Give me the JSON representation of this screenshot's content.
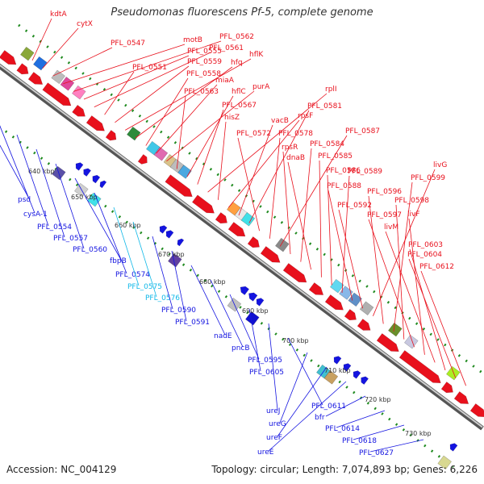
{
  "header": {
    "title": "Pseudomonas fluorescens Pf-5, complete genome"
  },
  "footer": {
    "accession": "Accession: NC_004129",
    "summary": "Topology: circular; Length: 7,074,893 bp; Genes: 6,226"
  },
  "colors": {
    "forward": "#e8101c",
    "reverse": "#1414e0",
    "reverse_light": "#10b8e8",
    "axis": "#888888",
    "dots": "#1f8a1f"
  },
  "scale_labels": [
    "640 kbp",
    "650 kbp",
    "660 kbp",
    "670 kbp",
    "680 kbp",
    "690 kbp",
    "700 kbp",
    "710 kbp",
    "720 kbp",
    "730 kbp"
  ],
  "forward_labels": [
    "kdtA",
    "cytX",
    "PFL_0547",
    "motB",
    "PFL_0562",
    "PFL_0555",
    "PFL_0561",
    "PFL_0551",
    "PFL_0559",
    "hflK",
    "hfq",
    "PFL_0558",
    "miaA",
    "purA",
    "PFL_0563",
    "hflC",
    "PFL_0567",
    "rplI",
    "hisZ",
    "rpsF",
    "vacB",
    "PFL_0581",
    "PFL_0572",
    "PFL_0578",
    "PFL_0587",
    "rpsR",
    "PFL_0584",
    "dnaB",
    "PFL_0585",
    "PFL_0586",
    "PFL_0589",
    "PFL_0588",
    "PFL_0592",
    "livG",
    "PFL_0596",
    "PFL_0599",
    "PFL_0598",
    "PFL_0597",
    "livF",
    "livM",
    "PFL_0603",
    "PFL_0604",
    "PFL_0612"
  ],
  "reverse_labels": [
    "psd",
    "cysA-1",
    "PFL_0554",
    "PFL_0557",
    "PFL_0560",
    "fbpB",
    "PFL_0574",
    "PFL_0575",
    "PFL_0576",
    "PFL_0590",
    "PFL_0591",
    "nadE",
    "pncB",
    "PFL_0595",
    "PFL_0605",
    "ureJ",
    "PFL_0611",
    "ureG",
    "ureF",
    "ureE",
    "bfr",
    "PFL_0614",
    "PFL_0618",
    "PFL_0627"
  ]
}
